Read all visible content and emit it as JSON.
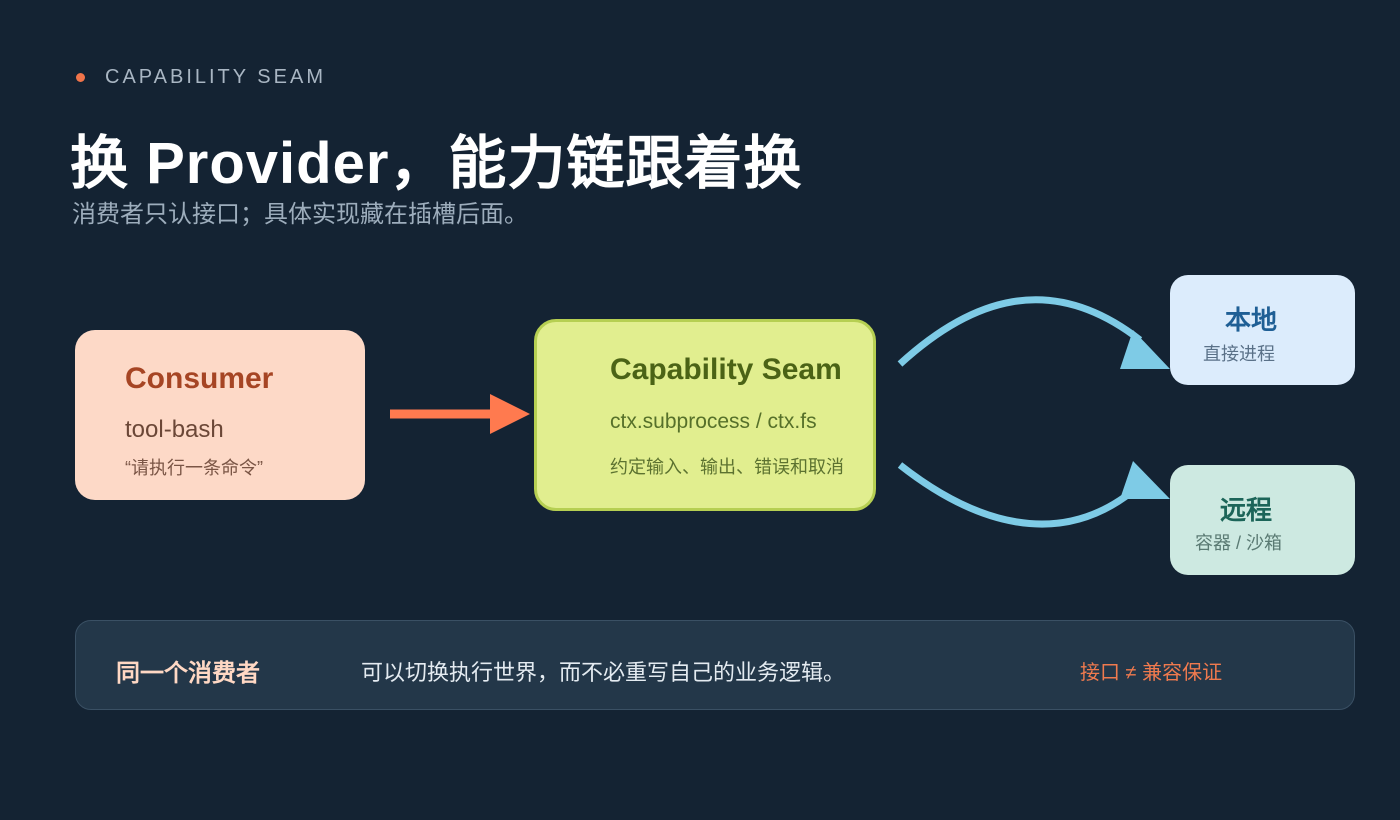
{
  "header": {
    "eyebrow": "CAPABILITY SEAM",
    "title": "换 Provider，能力链跟着换",
    "subtitle": "消费者只认接口；具体实现藏在插槽后面。"
  },
  "diagram": {
    "consumer": {
      "title": "Consumer",
      "code": "tool-bash",
      "note": "“请执行一条命令”"
    },
    "seam": {
      "title": "Capability Seam",
      "code": "ctx.subprocess / ctx.fs",
      "note": "约定输入、输出、错误和取消"
    },
    "local": {
      "title": "本地",
      "note": "直接进程"
    },
    "remote": {
      "title": "远程",
      "note": "容器 / 沙箱"
    }
  },
  "banner": {
    "title": "同一个消费者",
    "text": "可以切换执行世界，而不必重写自己的业务逻辑。",
    "tag": "接口 ≠ 兼容保证"
  },
  "colors": {
    "background": "#142333",
    "accent": "#f0744a",
    "arrow_primary": "#ff7a4f",
    "arrow_secondary": "#7ecbe6"
  }
}
